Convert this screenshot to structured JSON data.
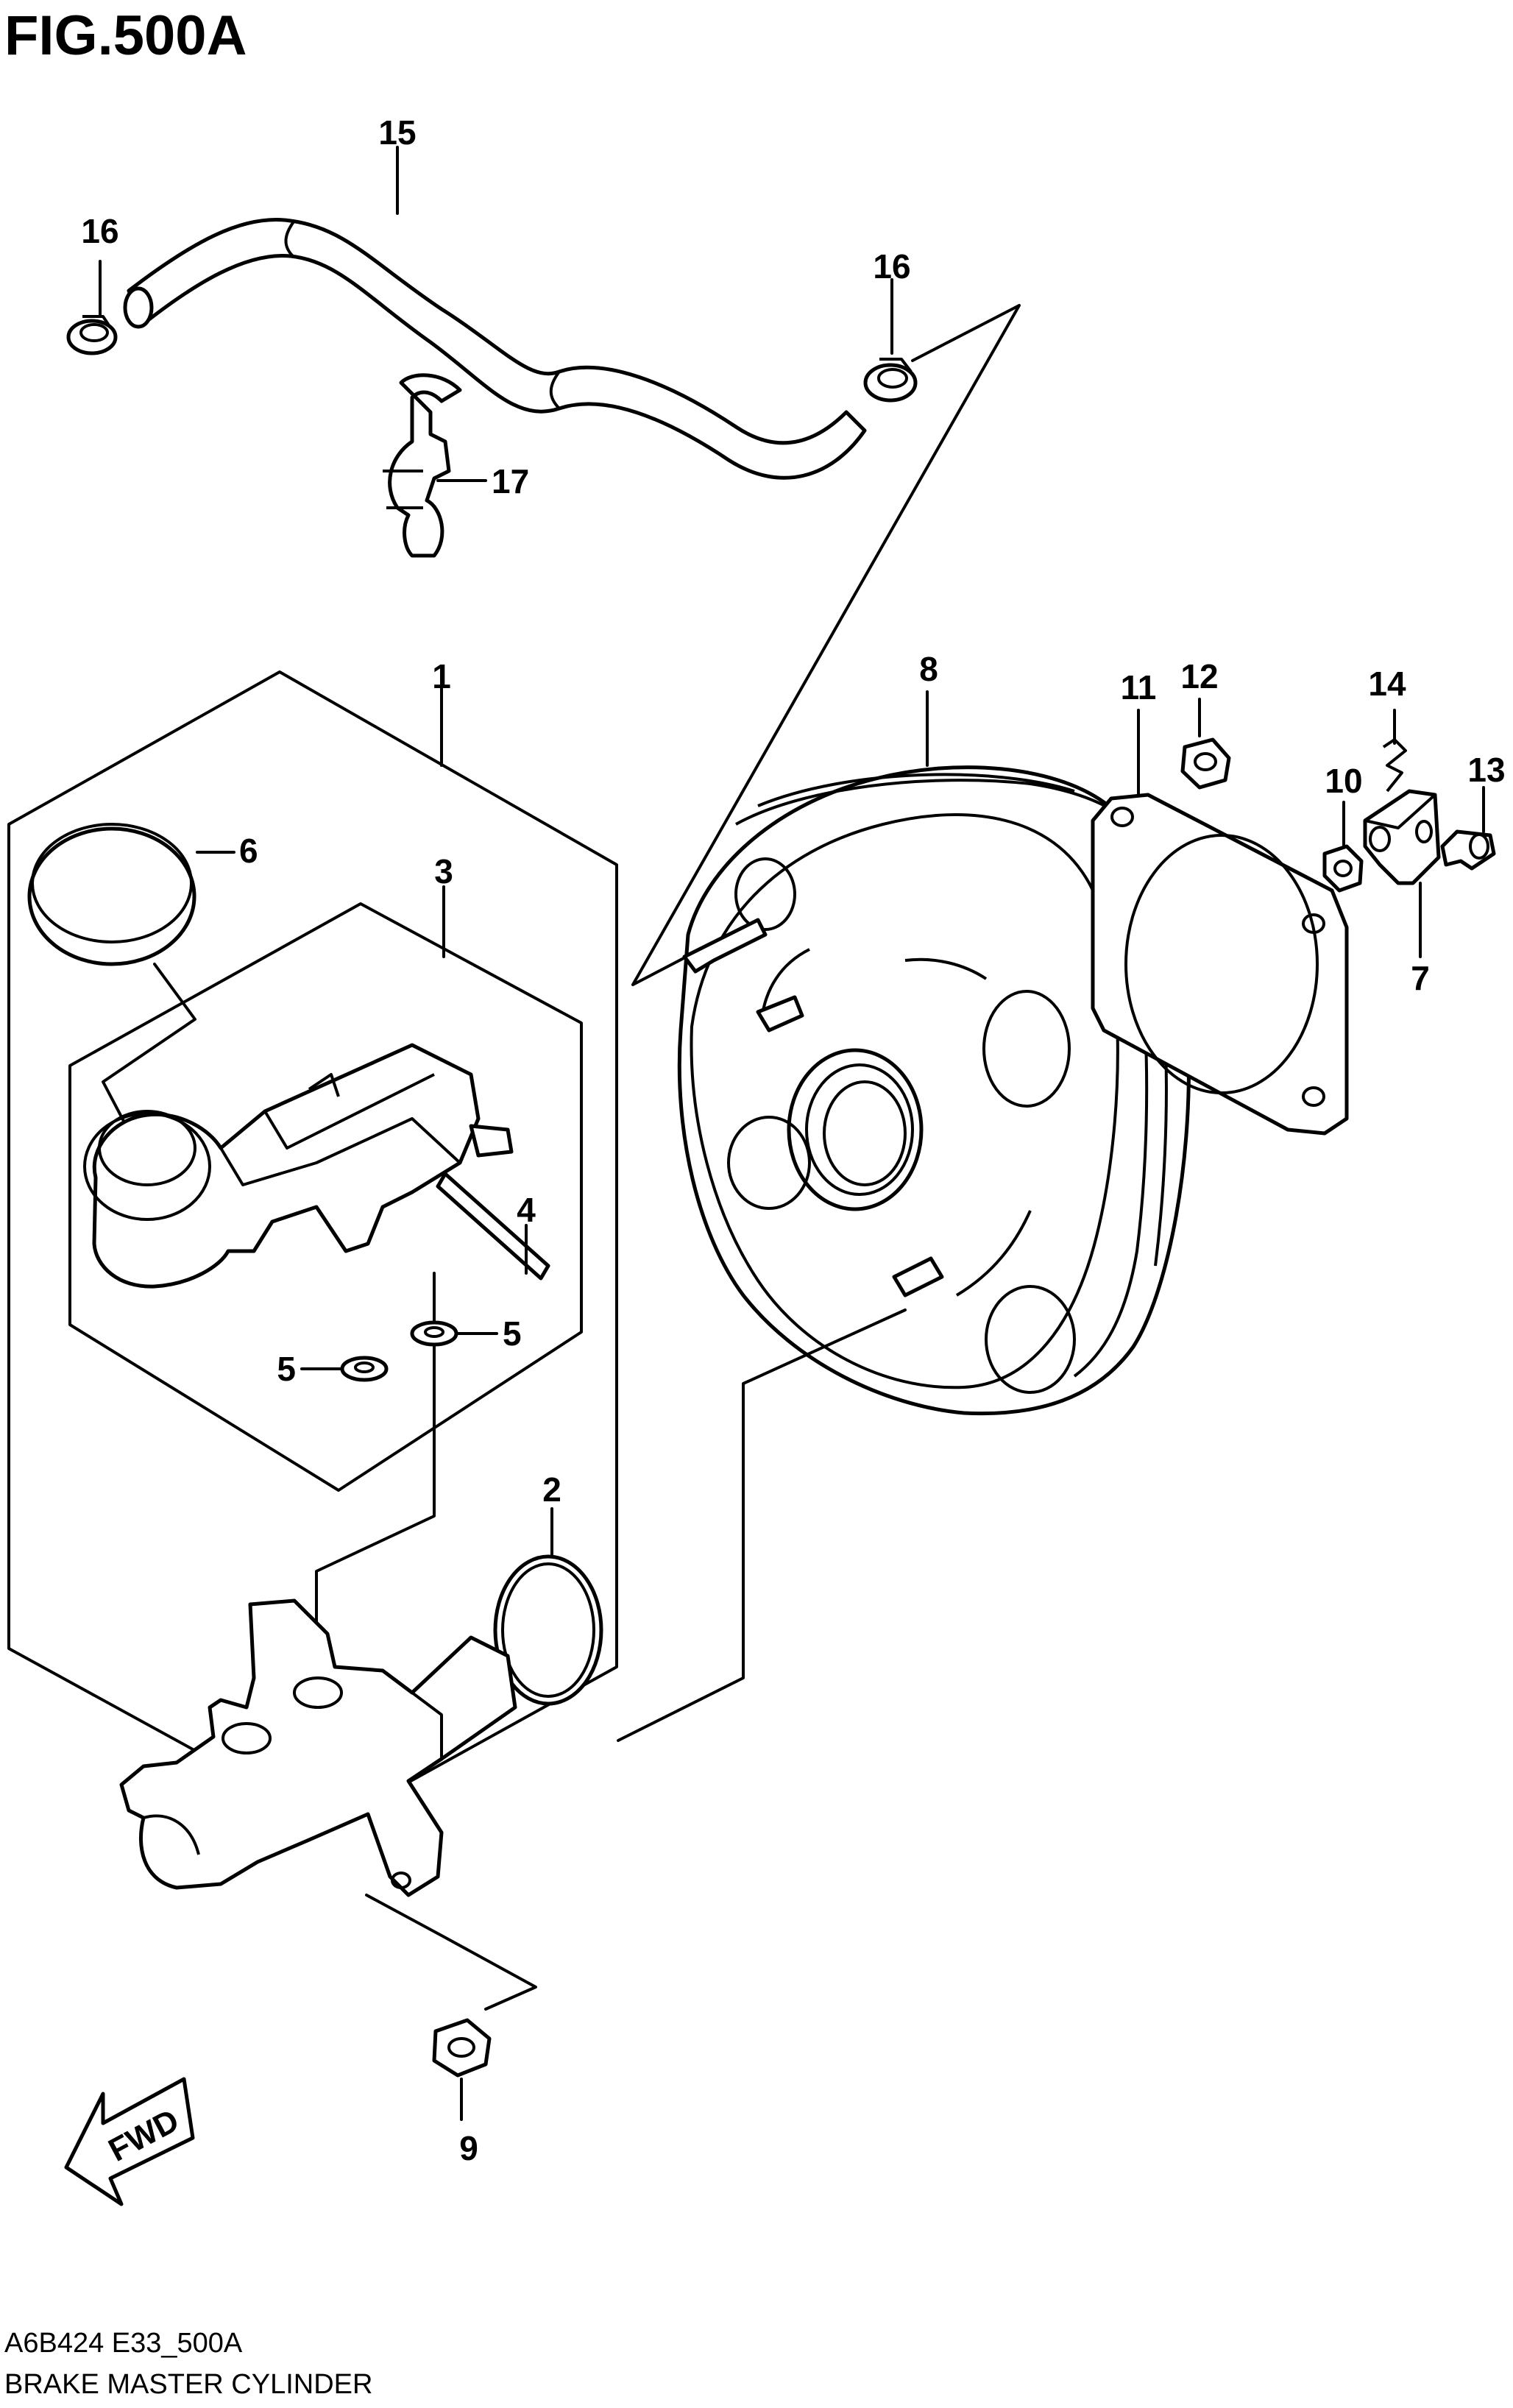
{
  "header": {
    "title": "FIG.500A"
  },
  "footer": {
    "code": "A6B424 E33_500A",
    "caption": "BRAKE MASTER CYLINDER"
  },
  "fwd_arrow": {
    "label": "FWD"
  },
  "callouts": [
    {
      "id": "c15",
      "label": "15"
    },
    {
      "id": "c16a",
      "label": "16"
    },
    {
      "id": "c16b",
      "label": "16"
    },
    {
      "id": "c17",
      "label": "17"
    },
    {
      "id": "c1",
      "label": "1"
    },
    {
      "id": "c6",
      "label": "6"
    },
    {
      "id": "c3",
      "label": "3"
    },
    {
      "id": "c4",
      "label": "4"
    },
    {
      "id": "c5a",
      "label": "5"
    },
    {
      "id": "c5b",
      "label": "5"
    },
    {
      "id": "c2",
      "label": "2"
    },
    {
      "id": "c9",
      "label": "9"
    },
    {
      "id": "c8",
      "label": "8"
    },
    {
      "id": "c11",
      "label": "11"
    },
    {
      "id": "c12",
      "label": "12"
    },
    {
      "id": "c14",
      "label": "14"
    },
    {
      "id": "c10",
      "label": "10"
    },
    {
      "id": "c13",
      "label": "13"
    },
    {
      "id": "c7",
      "label": "7"
    }
  ]
}
